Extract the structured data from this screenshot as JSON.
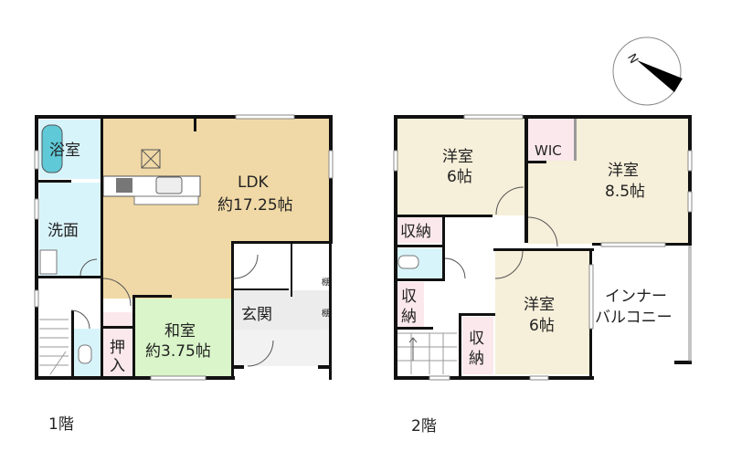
{
  "floors": [
    {
      "label": "1階",
      "rooms": {
        "bath": "浴室",
        "washroom": "洗面",
        "ldk_name": "LDK",
        "ldk_size": "約17.25帖",
        "washitsu_name": "和室",
        "washitsu_size": "約3.75帖",
        "oshiire_1": "押",
        "oshiire_2": "入",
        "entrance": "玄関",
        "shelf_1": "棚",
        "shelf_2": "棚"
      }
    },
    {
      "label": "2階",
      "rooms": {
        "western1_name": "洋室",
        "western1_size": "6帖",
        "wic": "WIC",
        "western2_name": "洋室",
        "western2_size": "8.5帖",
        "storage_1": "収納",
        "storage_2a": "収",
        "storage_2b": "納",
        "storage_3a": "収",
        "storage_3b": "納",
        "western3_name": "洋室",
        "western3_size": "6帖",
        "balcony_1": "インナー",
        "balcony_2": "バルコニー"
      }
    }
  ],
  "compass": {
    "label": "N"
  },
  "colors": {
    "ldk": "#f0d9a6",
    "washitsu": "#d9f5c9",
    "wet": "#d8f4fb",
    "storage": "#fbe8ec",
    "western": "#f6efd9",
    "entrance": "#e8e8e8"
  }
}
